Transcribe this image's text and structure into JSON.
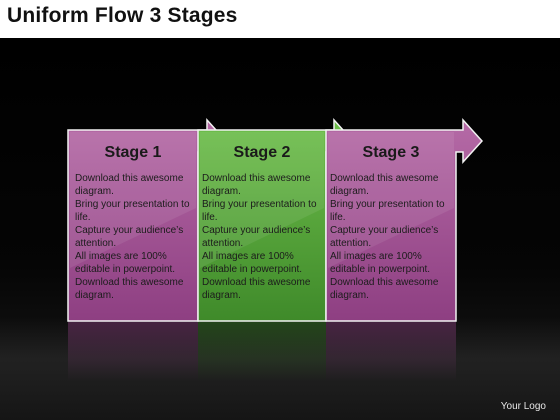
{
  "title": "Uniform Flow 3 Stages",
  "stages": [
    {
      "label": "Stage 1",
      "color": "#9c4f8f",
      "lines": [
        "Download this awesome diagram.",
        "Bring your presentation to life.",
        "Capture your audience’s attention.",
        "All images are 100% editable in powerpoint.",
        "Download this awesome diagram."
      ]
    },
    {
      "label": "Stage 2",
      "color": "#4f9a35",
      "lines": [
        "Download this awesome diagram.",
        "Bring your presentation to life.",
        "Capture your audience’s attention.",
        "All images are 100% editable in powerpoint.",
        "Download this awesome diagram."
      ]
    },
    {
      "label": "Stage 3",
      "color": "#9c4f8f",
      "lines": [
        "Download this awesome diagram.",
        "Bring your presentation to life.",
        "Capture your audience’s attention.",
        "All images are 100% editable in powerpoint.",
        "Download this awesome diagram."
      ]
    }
  ],
  "logo_text": "Your Logo"
}
